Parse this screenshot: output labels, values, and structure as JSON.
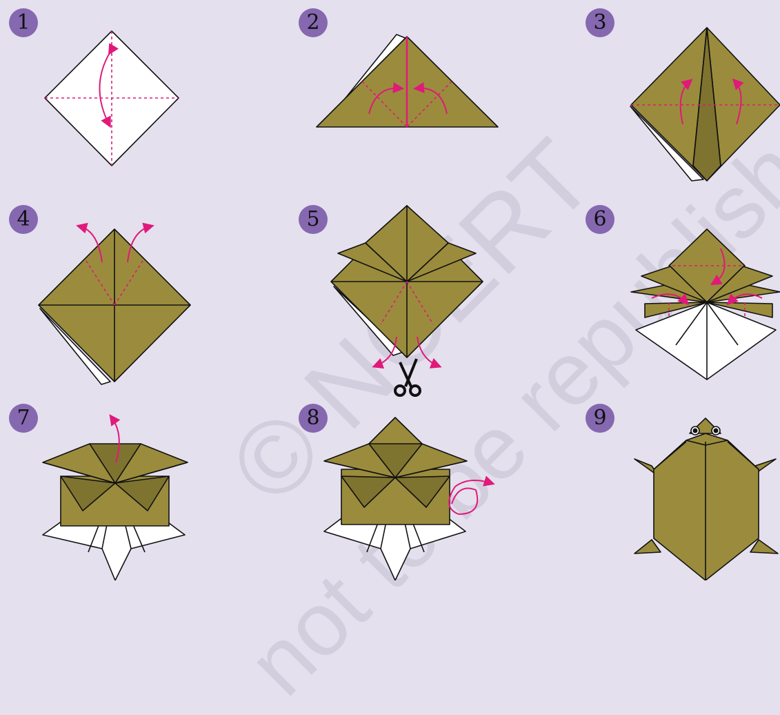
{
  "steps": [
    {
      "number": "1"
    },
    {
      "number": "2"
    },
    {
      "number": "3"
    },
    {
      "number": "4"
    },
    {
      "number": "5"
    },
    {
      "number": "6"
    },
    {
      "number": "7"
    },
    {
      "number": "8"
    },
    {
      "number": "9"
    }
  ],
  "watermark": {
    "line1": "© NCERT",
    "line2": "not to be republished"
  },
  "colors": {
    "background": "#e4e0ee",
    "paper_color": "#9a8c3c",
    "paper_dark": "#7f7330",
    "paper_white": "#ffffff",
    "fold_line": "#e0197a",
    "badge": "#8568b0",
    "outline": "#111111"
  }
}
